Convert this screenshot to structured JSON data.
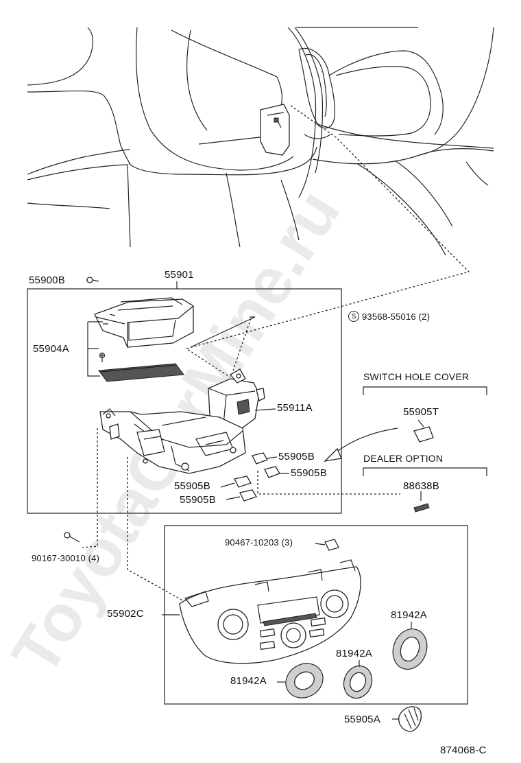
{
  "watermark": "ToyotaCarMine.ru",
  "labels": {
    "p55900B": "55900B",
    "p55901": "55901",
    "p93568": "93568-55016 (2)",
    "p93568_marker": "S",
    "p55904A": "55904A",
    "p55911A": "55911A",
    "switch_hole_cover": "SWITCH HOLE COVER",
    "p55905T": "55905T",
    "p55905B_1": "55905B",
    "p55905B_2": "55905B",
    "p55905B_3": "55905B",
    "p55905B_4": "55905B",
    "dealer_option": "DEALER OPTION",
    "p88638B": "88638B",
    "p90167": "90167-30010 (4)",
    "p90467": "90467-10203 (3)",
    "p55902C": "55902C",
    "p81942A_1": "81942A",
    "p81942A_2": "81942A",
    "p81942A_3": "81942A",
    "p55905A": "55905A",
    "diagram_id": "874068-C"
  }
}
